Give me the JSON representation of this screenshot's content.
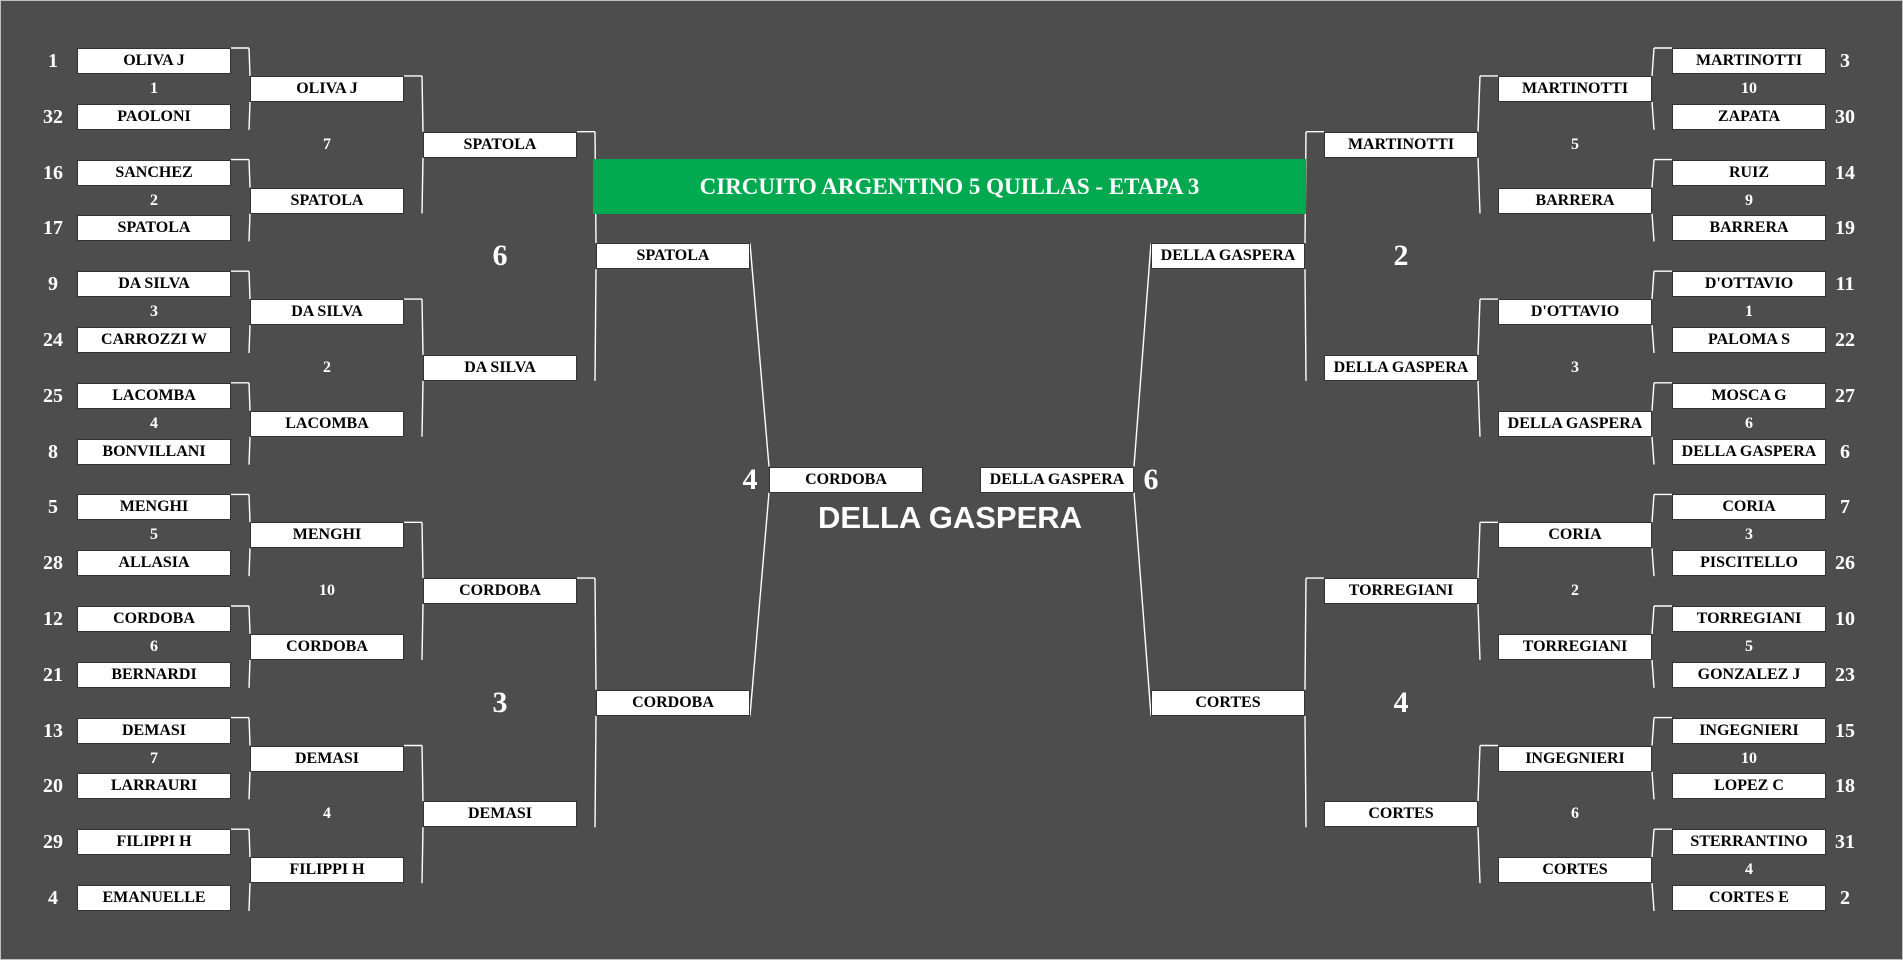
{
  "title": "CIRCUITO ARGENTINO 5 QUILLAS - ETAPA 3",
  "champion": "DELLA GASPERA",
  "colors": {
    "background": "#4d4d4d",
    "banner": "#00a84f",
    "box": "#ffffff",
    "lines": "#ffffff"
  },
  "left": {
    "r1": [
      {
        "seed": "1",
        "name": "OLIVA J"
      },
      {
        "seed": "32",
        "name": "PAOLONI"
      },
      {
        "seed": "16",
        "name": "SANCHEZ"
      },
      {
        "seed": "17",
        "name": "SPATOLA"
      },
      {
        "seed": "9",
        "name": "DA SILVA"
      },
      {
        "seed": "24",
        "name": "CARROZZI W"
      },
      {
        "seed": "25",
        "name": "LACOMBA"
      },
      {
        "seed": "8",
        "name": "BONVILLANI"
      },
      {
        "seed": "5",
        "name": "MENGHI"
      },
      {
        "seed": "28",
        "name": "ALLASIA"
      },
      {
        "seed": "12",
        "name": "CORDOBA"
      },
      {
        "seed": "21",
        "name": "BERNARDI"
      },
      {
        "seed": "13",
        "name": "DEMASI"
      },
      {
        "seed": "20",
        "name": "LARRAURI"
      },
      {
        "seed": "29",
        "name": "FILIPPI H"
      },
      {
        "seed": "4",
        "name": "EMANUELLE"
      }
    ],
    "r1_scores": [
      "1",
      "2",
      "3",
      "4",
      "5",
      "6",
      "7",
      ""
    ],
    "r2": [
      "OLIVA J",
      "SPATOLA",
      "DA SILVA",
      "LACOMBA",
      "MENGHI",
      "CORDOBA",
      "DEMASI",
      "FILIPPI H"
    ],
    "r2_scores": [
      "7",
      "2",
      "10",
      "4"
    ],
    "r3": [
      "SPATOLA",
      "DA SILVA",
      "CORDOBA",
      "DEMASI"
    ],
    "r3_scores": [
      "6",
      "3"
    ],
    "r4": [
      "SPATOLA",
      "CORDOBA"
    ],
    "r4_score": "4",
    "finalist": "CORDOBA"
  },
  "right": {
    "r1": [
      {
        "seed": "3",
        "name": "MARTINOTTI"
      },
      {
        "seed": "30",
        "name": "ZAPATA"
      },
      {
        "seed": "14",
        "name": "RUIZ"
      },
      {
        "seed": "19",
        "name": "BARRERA"
      },
      {
        "seed": "11",
        "name": "D'OTTAVIO"
      },
      {
        "seed": "22",
        "name": "PALOMA S"
      },
      {
        "seed": "27",
        "name": "MOSCA G"
      },
      {
        "seed": "6",
        "name": "DELLA GASPERA"
      },
      {
        "seed": "7",
        "name": "CORIA"
      },
      {
        "seed": "26",
        "name": "PISCITELLO"
      },
      {
        "seed": "10",
        "name": "TORREGIANI"
      },
      {
        "seed": "23",
        "name": "GONZALEZ J"
      },
      {
        "seed": "15",
        "name": "INGEGNIERI"
      },
      {
        "seed": "18",
        "name": "LOPEZ C"
      },
      {
        "seed": "31",
        "name": "STERRANTINO"
      },
      {
        "seed": "2",
        "name": "CORTES E"
      }
    ],
    "r1_scores": [
      "10",
      "9",
      "1",
      "6",
      "3",
      "5",
      "10",
      "4"
    ],
    "r2": [
      "MARTINOTTI",
      "BARRERA",
      "D'OTTAVIO",
      "DELLA GASPERA",
      "CORIA",
      "TORREGIANI",
      "INGEGNIERI",
      "CORTES"
    ],
    "r2_scores": [
      "5",
      "3",
      "2",
      "6"
    ],
    "r3": [
      "MARTINOTTI",
      "DELLA GASPERA",
      "TORREGIANI",
      "CORTES"
    ],
    "r3_scores": [
      "2",
      "4"
    ],
    "r4": [
      "DELLA GASPERA",
      "CORTES"
    ],
    "r4_score": "6",
    "finalist": "DELLA GASPERA"
  }
}
